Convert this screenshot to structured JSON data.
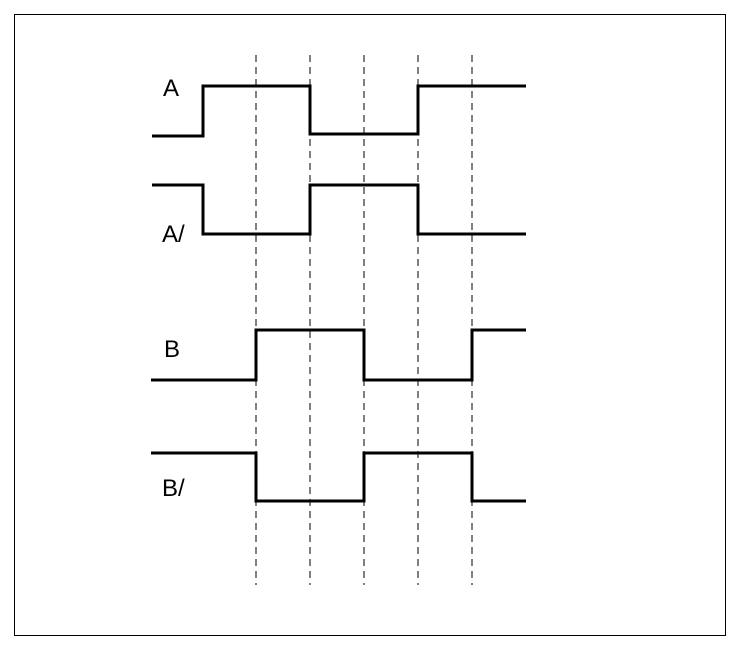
{
  "diagram": {
    "signals": [
      {
        "name": "A"
      },
      {
        "name": "A/"
      },
      {
        "name": "B"
      },
      {
        "name": "B/"
      }
    ],
    "colors": {
      "line": "#000000",
      "background": "#ffffff"
    }
  }
}
